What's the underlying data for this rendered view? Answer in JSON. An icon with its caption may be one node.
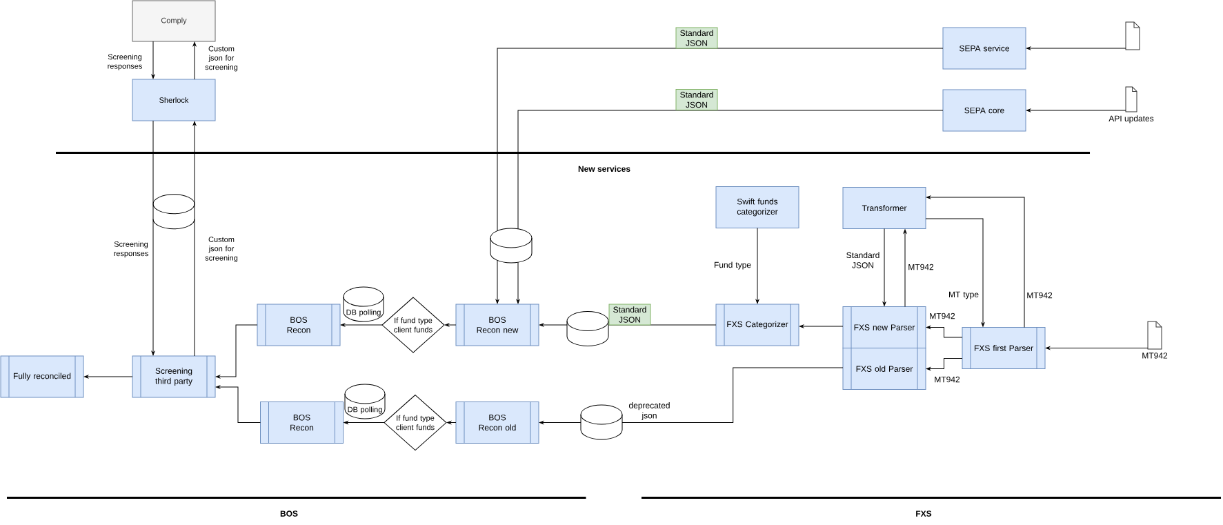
{
  "diagram": {
    "nodes": [
      {
        "text": [
          "Comply"
        ]
      },
      {
        "text": [
          "SEPA service"
        ]
      },
      {
        "text": [],
        "shape": "document"
      },
      {
        "text": [
          "Sherlock"
        ]
      },
      {
        "text": [
          "SEPA core"
        ]
      },
      {
        "text": [],
        "shape": "document",
        "beside": [
          "API updates"
        ]
      },
      {
        "text": [],
        "shape": "cylinder"
      },
      {
        "text": [
          "Swift funds categorizer"
        ]
      },
      {
        "text": [
          "Transformer"
        ]
      },
      {
        "text": [],
        "shape": "cylinder"
      },
      {
        "text": [
          "DB polling"
        ]
      },
      {
        "text": [
          "BOS Recon"
        ]
      },
      {
        "text": [
          "If fund type client funds"
        ]
      },
      {
        "text": [
          "BOS Recon new"
        ]
      },
      {
        "text": [],
        "shape": "cylinder"
      },
      {
        "text": [
          "FXS Categorizer"
        ]
      },
      {
        "text": [
          "FXS new Parser"
        ]
      },
      {
        "text": [
          "FXS first Parser"
        ]
      },
      {
        "text": [],
        "shape": "document",
        "beside": [
          "MT942"
        ]
      },
      {
        "text": [
          "FXS old Parser"
        ]
      },
      {
        "text": [
          "Fully reconciled"
        ]
      },
      {
        "text": [
          "Screening third party"
        ]
      },
      {
        "text": [
          "DB polling"
        ]
      },
      {
        "text": [
          "BOS Recon"
        ]
      },
      {
        "text": [
          "If fund type client funds"
        ]
      },
      {
        "text": [
          "BOS Recon old"
        ]
      },
      {
        "text": [],
        "shape": "cylinder"
      }
    ],
    "edges": [
      {
        "from": 0,
        "to": 3,
        "arrow": "to",
        "label": "Screening responses"
      },
      {
        "from": 3,
        "to": 0,
        "arrow": "to",
        "label": "Custom json for screening"
      },
      {
        "from": 2,
        "to": 1,
        "arrow": "to"
      },
      {
        "from": 5,
        "to": 4,
        "arrow": "to"
      },
      {
        "from": 1,
        "to": 9,
        "arrow": "none",
        "label": "Standard JSON"
      },
      {
        "from": 4,
        "to": 9,
        "arrow": "none",
        "label": "Standard JSON"
      },
      {
        "from": 9,
        "to": 13,
        "arrow": "to"
      },
      {
        "from": 9,
        "to": 13,
        "arrow": "to"
      },
      {
        "from": 3,
        "to": 6,
        "arrow": "none"
      },
      {
        "from": 6,
        "to": 21,
        "arrow": "to",
        "label": "Screening responses"
      },
      {
        "from": 21,
        "to": 6,
        "arrow": "none",
        "label": "Custom json for screening"
      },
      {
        "from": 6,
        "to": 3,
        "arrow": "to"
      },
      {
        "from": 7,
        "to": 15,
        "arrow": "to",
        "label": "Fund type"
      },
      {
        "from": 8,
        "to": 16,
        "arrow": "to",
        "label": "Standard JSON"
      },
      {
        "from": 16,
        "to": 8,
        "arrow": "to",
        "label": "MT942"
      },
      {
        "from": 8,
        "to": 17,
        "arrow": "to",
        "label": "MT type"
      },
      {
        "from": 17,
        "to": 8,
        "arrow": "to",
        "label": "MT942"
      },
      {
        "from": 17,
        "to": 16,
        "arrow": "to",
        "label": "MT942"
      },
      {
        "from": 17,
        "to": 19,
        "arrow": "to",
        "label": "MT942"
      },
      {
        "from": 18,
        "to": 17,
        "arrow": "to"
      },
      {
        "from": 16,
        "to": 15,
        "arrow": "to"
      },
      {
        "from": 15,
        "to": 14,
        "arrow": "none",
        "label": "Standard JSON"
      },
      {
        "from": 14,
        "to": 13,
        "arrow": "to"
      },
      {
        "from": 13,
        "to": 12,
        "arrow": "to"
      },
      {
        "from": 12,
        "to": 11,
        "arrow": "to"
      },
      {
        "from": 11,
        "to": 21,
        "arrow": "to"
      },
      {
        "from": 21,
        "to": 20,
        "arrow": "to"
      },
      {
        "from": 19,
        "to": 26,
        "arrow": "none",
        "label": "deprecated json"
      },
      {
        "from": 26,
        "to": 25,
        "arrow": "to"
      },
      {
        "from": 25,
        "to": 24,
        "arrow": "to"
      },
      {
        "from": 24,
        "to": 23,
        "arrow": "to"
      },
      {
        "from": 23,
        "to": 21,
        "arrow": "to"
      }
    ],
    "labels": [
      "New services",
      "BOS",
      "FXS"
    ]
  }
}
